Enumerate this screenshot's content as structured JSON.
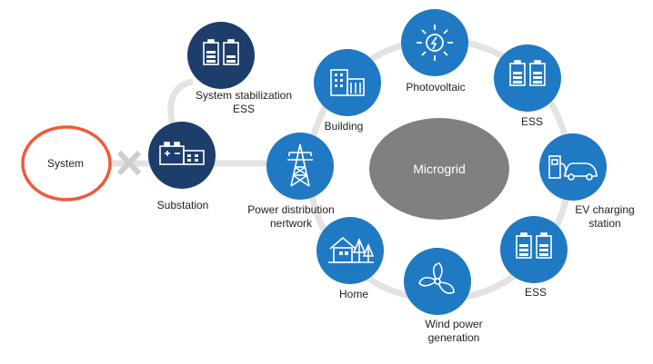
{
  "colors": {
    "node_blue": "#1f79c3",
    "node_navy": "#1d3d6a",
    "ring_gray": "#e3e3e3",
    "hub_gray": "#808080",
    "system_ring": "#f0593a",
    "x_mark": "#cfcfcf"
  },
  "labels": {
    "system": "System",
    "substation": "Substation",
    "stabilization_line1": "System stabilization",
    "stabilization_line2": "ESS",
    "microgrid": "Microgrid",
    "power_dist_line1": "Power distribution",
    "power_dist_line2": "nertwork",
    "building": "Building",
    "photovoltaic": "Photovoltaic",
    "ess_top": "ESS",
    "ev_line1": "EV charging",
    "ev_line2": "station",
    "ess_bottom": "ESS",
    "wind_line1": "Wind power",
    "wind_line2": "generation",
    "home": "Home"
  },
  "icons": {
    "stabilization": "battery-pair-icon",
    "substation": "substation-icon",
    "power_dist": "transmission-tower-icon",
    "building": "building-icon",
    "photovoltaic": "solar-sun-icon",
    "ess_top": "battery-pair-icon",
    "ev": "ev-charger-icon",
    "ess_bottom": "battery-pair-icon",
    "wind": "wind-turbine-icon",
    "home": "home-icon"
  }
}
